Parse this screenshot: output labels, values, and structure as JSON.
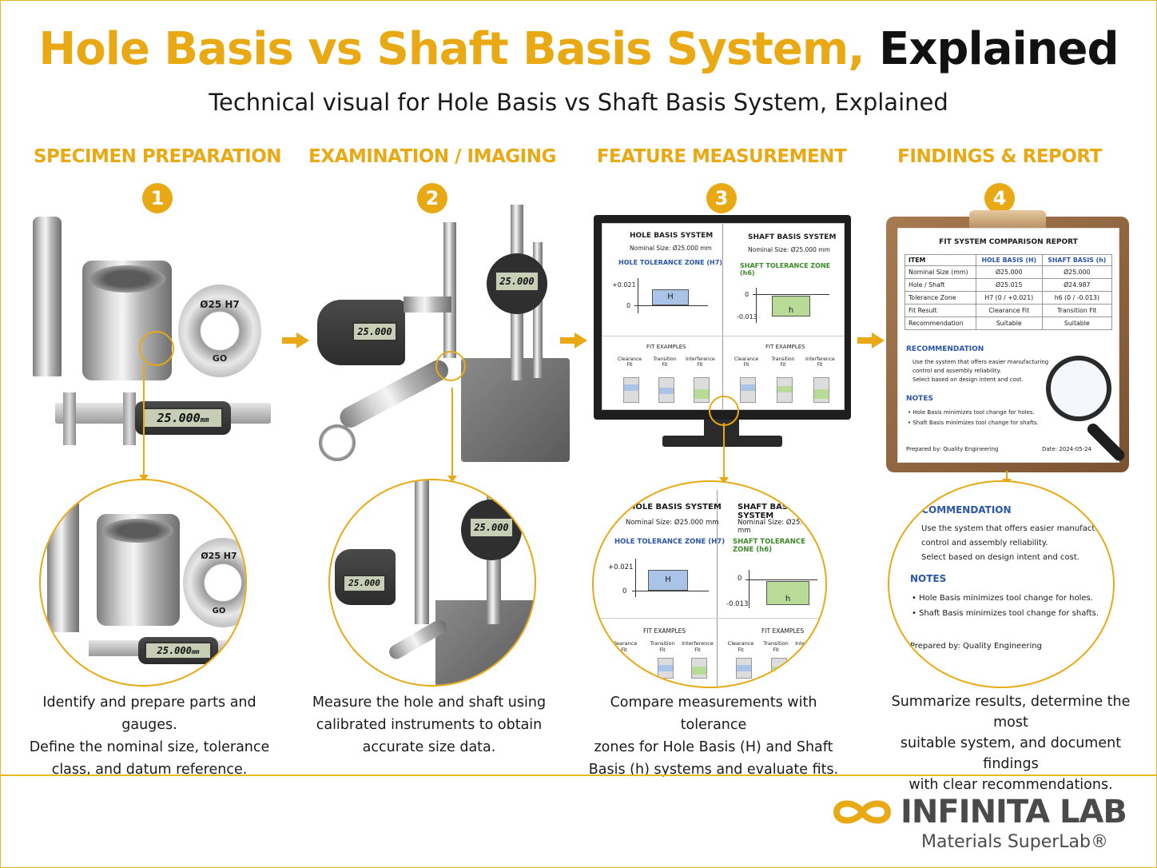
{
  "title": {
    "accent": "Hole Basis vs Shaft Basis System,",
    "dark": "Explained"
  },
  "subtitle": "Technical visual for Hole Basis vs Shaft Basis System, Explained",
  "steps": [
    {
      "num": "1",
      "title": "SPECIMEN PREPARATION",
      "desc": [
        "Identify and prepare parts and gauges.",
        "Define the nominal size, tolerance",
        "class, and datum reference."
      ]
    },
    {
      "num": "2",
      "title": "EXAMINATION / IMAGING",
      "desc": [
        "Measure the hole and shaft using",
        "calibrated instruments to obtain",
        "accurate size data."
      ]
    },
    {
      "num": "3",
      "title": "FEATURE MEASUREMENT",
      "desc": [
        "Compare measurements with tolerance",
        "zones for Hole Basis (H) and Shaft",
        "Basis (h) systems and evaluate fits."
      ]
    },
    {
      "num": "4",
      "title": "FINDINGS & REPORT",
      "desc": [
        "Summarize results, determine the most",
        "suitable system, and document findings",
        "with clear recommendations."
      ]
    }
  ],
  "parts": {
    "ring_label": "Ø25 H7",
    "ring_go": "GO",
    "caliper_reading": "25.000",
    "caliper_unit": "mm",
    "micrometer_reading": "25.000",
    "indicator_reading": "25.000"
  },
  "screen": {
    "hole_title": "HOLE BASIS SYSTEM",
    "shaft_title": "SHAFT BASIS SYSTEM",
    "nominal": "Nominal Size:  Ø25.000 mm",
    "hole_zone": "HOLE TOLERANCE ZONE (H7)",
    "shaft_zone": "SHAFT TOLERANCE ZONE (h6)",
    "hole_upper": "+0.021",
    "zero": "0",
    "shaft_lower": "-0.013",
    "hole_letter": "H",
    "shaft_letter": "h",
    "fit_examples": "FIT EXAMPLES",
    "fits": [
      "Clearance Fit",
      "Transition Fit",
      "Interference Fit"
    ]
  },
  "report": {
    "title": "FIT SYSTEM COMPARISON REPORT",
    "headers": [
      "ITEM",
      "HOLE BASIS (H)",
      "SHAFT BASIS (h)"
    ],
    "rows": [
      [
        "Nominal Size (mm)",
        "Ø25.000",
        "Ø25.000"
      ],
      [
        "Hole / Shaft",
        "Ø25.015",
        "Ø24.987"
      ],
      [
        "Tolerance Zone",
        "H7 (0 / +0.021)",
        "h6 (0 / -0.013)"
      ],
      [
        "Fit Result",
        "Clearance Fit",
        "Transition Fit"
      ],
      [
        "Recommendation",
        "Suitable",
        "Suitable"
      ]
    ],
    "rec_title": "RECOMMENDATION",
    "rec_lines": [
      "Use the system that offers easier manufacturing",
      "control and assembly reliability.",
      "Select based on design intent and cost."
    ],
    "notes_title": "NOTES",
    "notes": [
      "• Hole Basis minimizes tool change for holes.",
      "• Shaft Basis minimizes tool change for shafts."
    ],
    "prepared": "Prepared by:  Quality Engineering",
    "date": "Date:  2024-05-24"
  },
  "zoom4": {
    "rec_title": "ECOMMENDATION",
    "rec_lines": [
      "Use the system that offers easier manufacturin",
      "control and assembly reliability.",
      "Select based on design intent and cost."
    ],
    "notes_title": "NOTES",
    "notes": [
      "• Hole Basis minimizes tool change for holes.",
      "• Shaft Basis minimizes tool change for shafts."
    ],
    "prepared": "Prepared by:  Quality Engineering"
  },
  "logo": {
    "name": "INFINITA LAB",
    "tagline": "Materials SuperLab®"
  },
  "colors": {
    "accent": "#e8a914",
    "dark": "#111111",
    "hole_blue": "#a9c4e6",
    "shaft_green": "#b8dc98"
  }
}
